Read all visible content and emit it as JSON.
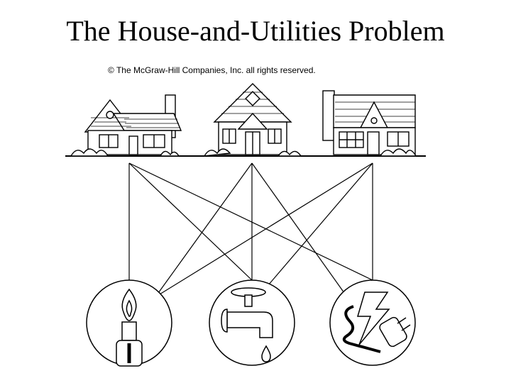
{
  "slide": {
    "title": "The House-and-Utilities Problem",
    "copyright": "© The McGraw-Hill Companies, Inc. all rights reserved."
  },
  "houses": [
    {
      "icon": "house-icon"
    },
    {
      "icon": "house-icon"
    },
    {
      "icon": "house-icon"
    }
  ],
  "utilities": [
    {
      "icon": "gas-flame-icon"
    },
    {
      "icon": "water-faucet-icon"
    },
    {
      "icon": "electric-plug-icon"
    }
  ],
  "connections": "complete bipartite: every house connected to every utility"
}
